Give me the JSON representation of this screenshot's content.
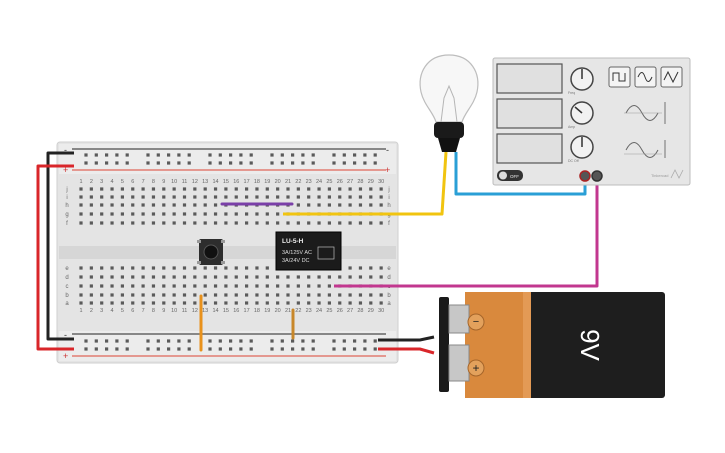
{
  "breadboard": {
    "rail_minus": "-",
    "rail_plus": "+",
    "row_letters_top": [
      "j",
      "i",
      "h",
      "g",
      "f"
    ],
    "row_letters_bottom": [
      "e",
      "d",
      "c",
      "b",
      "a"
    ],
    "column_count": 30
  },
  "relay": {
    "model": "LU-5-H",
    "line1": "3A/125V AC",
    "line2": "3A/24V  DC"
  },
  "battery": {
    "label": "9V",
    "terminal_minus": "−",
    "terminal_plus": "+"
  },
  "function_generator": {
    "knob_labels": [
      "Freq",
      "Amp",
      "DC Off"
    ],
    "brand": "Tinkercad",
    "power_label": "OFF"
  },
  "colors": {
    "yellow_wire": "#f1c40f",
    "blue_wire": "#2a9fd6",
    "magenta_wire": "#c2378f",
    "purple_wire": "#7a3fa8",
    "orange_wire": "#e8911b",
    "red_wire": "#d9262a",
    "black_wire": "#222222"
  }
}
